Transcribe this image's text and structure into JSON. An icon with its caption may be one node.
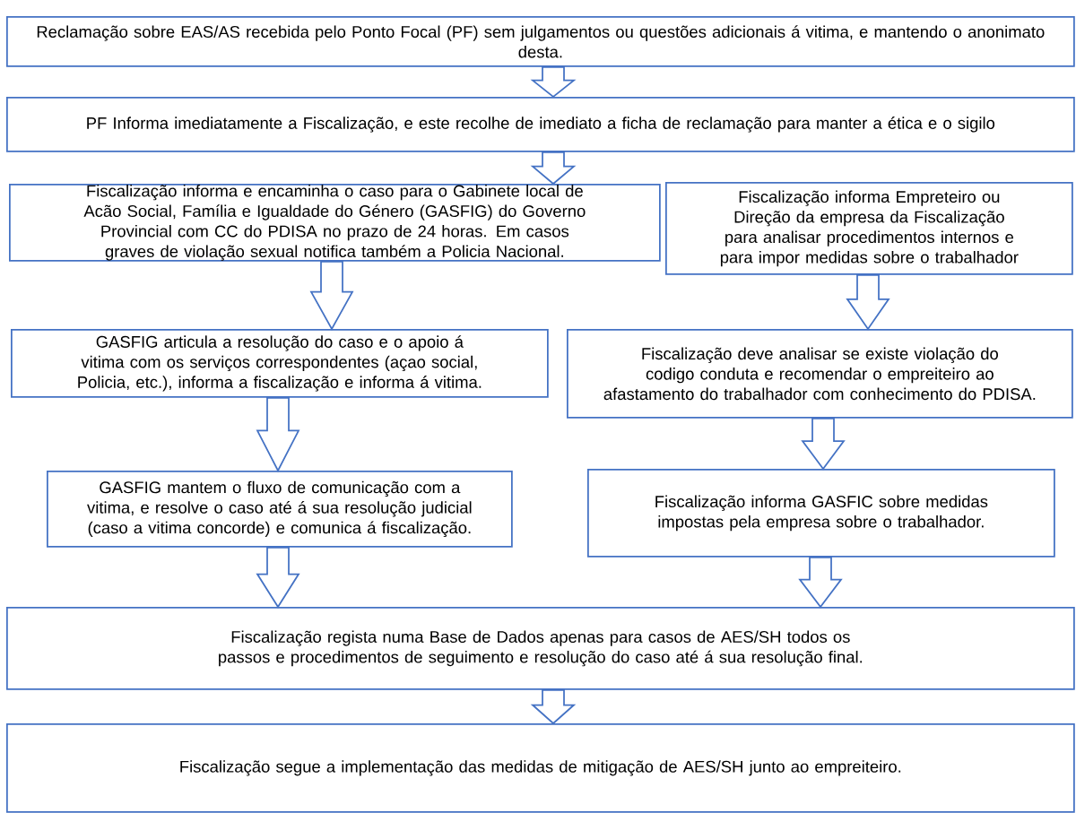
{
  "diagram": {
    "nodes": [
      {
        "text": [
          "Reclamação sobre EAS/AS recebida pelo Ponto Focal (PF) sem julgamentos ou questões adicionais á vitima, e mantendo o anonimato desta."
        ]
      },
      {
        "text": [
          "PF Informa imediatamente a Fiscalização, e este recolhe de imediato a ficha de reclamação para manter a ética e o sigilo"
        ]
      },
      {
        "text": [
          "Fiscalização informa e encaminha o caso para o Gabinete local de Acão Social, Família e Igualdade do Género (GASFIG) do Governo Provincial com CC do PDISA no prazo de 24 horas. Em casos graves de violação sexual notifica também a Policia Nacional."
        ]
      },
      {
        "text": [
          "Fiscalização informa Empreteiro ou Direção da empresa da Fiscalização para analisar procedimentos internos e para impor medidas sobre o trabalhador"
        ]
      },
      {
        "text": [
          "GASFIG articula a resolução do caso e o apoio á vitima com os serviços correspondentes (açao social, Policia, etc.), informa a fiscalização e informa á vitima."
        ]
      },
      {
        "text": [
          "Fiscalização deve analisar se existe violação do codigo conduta e recomendar o empreiteiro ao afastamento do trabalhador com conhecimento do PDISA."
        ]
      },
      {
        "text": [
          "GASFIG mantem o fluxo de comunicação com a vitima, e resolve o caso até á sua resolução judicial (caso a vitima concorde) e comunica á fiscalização."
        ]
      },
      {
        "text": [
          "Fiscalização informa GASFIC sobre medidas impostas pela empresa sobre o trabalhador."
        ]
      },
      {
        "text": [
          "Fiscalização regista numa Base de Dados apenas para casos de AES/SH todos os passos e procedimentos de seguimento e resolução do caso até á sua resolução final."
        ]
      },
      {
        "text": [
          "Fiscalização segue a implementação das medidas de mitigação de AES/SH junto ao empreiteiro."
        ]
      }
    ],
    "edges": [
      {
        "from": 0,
        "to": 1,
        "arrow": "to"
      },
      {
        "from": 1,
        "to": 2,
        "arrow": "to"
      },
      {
        "from": 2,
        "to": 4,
        "arrow": "to"
      },
      {
        "from": 3,
        "to": 5,
        "arrow": "to"
      },
      {
        "from": 4,
        "to": 6,
        "arrow": "to"
      },
      {
        "from": 5,
        "to": 7,
        "arrow": "to"
      },
      {
        "from": 6,
        "to": 8,
        "arrow": "to"
      },
      {
        "from": 7,
        "to": 8,
        "arrow": "to"
      },
      {
        "from": 8,
        "to": 9,
        "arrow": "to"
      }
    ]
  }
}
